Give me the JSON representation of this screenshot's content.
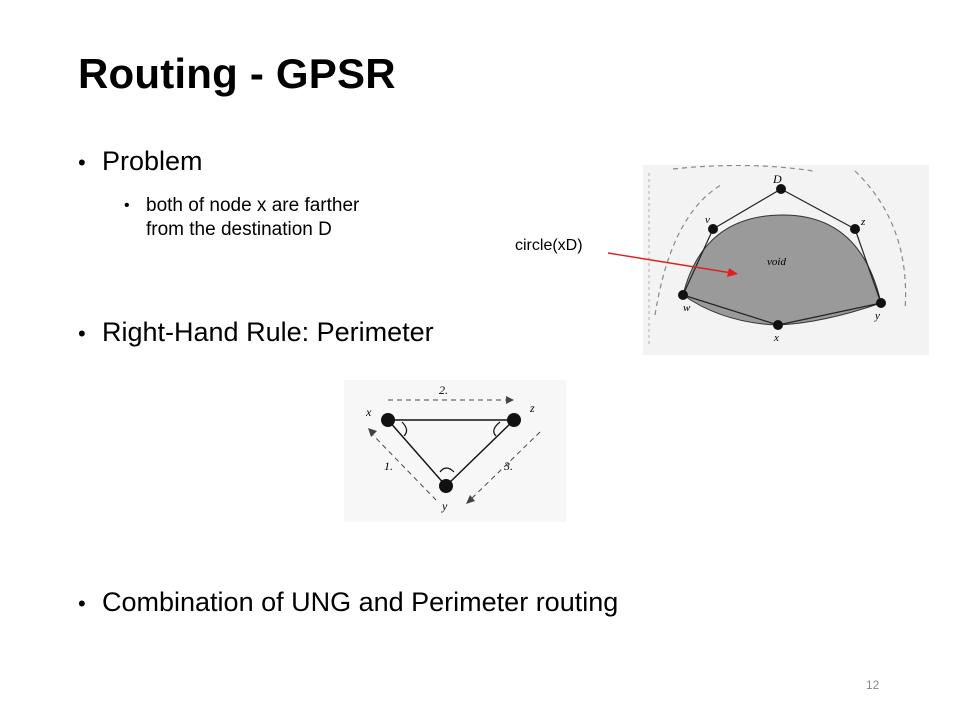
{
  "slide": {
    "title": "Routing - GPSR",
    "bullets": {
      "problem": "Problem",
      "problem_detail_line1": "both of node x are farther",
      "problem_detail_line2": "from the destination D",
      "right_hand_rule": "Right-Hand Rule: Perimeter",
      "combination": "Combination of UNG and Perimeter routing"
    },
    "void_figure": {
      "caption": "circle(xD)",
      "void_label": "void",
      "nodes": [
        "D",
        "v",
        "z",
        "w",
        "y",
        "x"
      ],
      "arrow_color": "#e02020",
      "void_fill": "#9a9a9a"
    },
    "perimeter_figure": {
      "nodes": [
        "x",
        "z",
        "y"
      ],
      "edge_labels": [
        "1.",
        "2.",
        "3."
      ]
    },
    "page_number": "12"
  }
}
